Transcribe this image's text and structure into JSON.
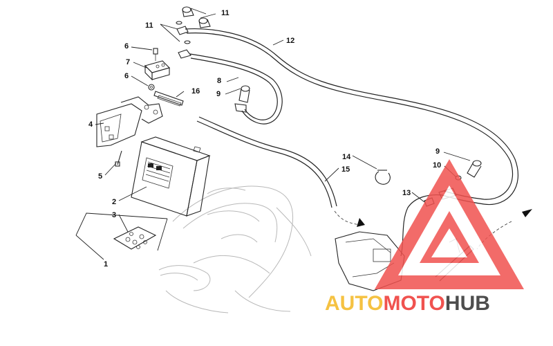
{
  "diagram": {
    "callouts": [
      {
        "id": "c1",
        "label": "1"
      },
      {
        "id": "c2",
        "label": "2"
      },
      {
        "id": "c3",
        "label": "3"
      },
      {
        "id": "c4",
        "label": "4"
      },
      {
        "id": "c5",
        "label": "5"
      },
      {
        "id": "c6a",
        "label": "6"
      },
      {
        "id": "c6b",
        "label": "6"
      },
      {
        "id": "c7",
        "label": "7"
      },
      {
        "id": "c8",
        "label": "8"
      },
      {
        "id": "c9a",
        "label": "9"
      },
      {
        "id": "c9b",
        "label": "9"
      },
      {
        "id": "c10",
        "label": "10"
      },
      {
        "id": "c11a",
        "label": "11"
      },
      {
        "id": "c11b",
        "label": "11"
      },
      {
        "id": "c12",
        "label": "12"
      },
      {
        "id": "c13",
        "label": "13"
      },
      {
        "id": "c14",
        "label": "14"
      },
      {
        "id": "c15",
        "label": "15"
      },
      {
        "id": "c16",
        "label": "16"
      }
    ]
  },
  "watermark": {
    "part1": "AUTO",
    "part2": "MOTO",
    "part3": "HUB",
    "colors": {
      "auto": "#f5c242",
      "moto": "#f0524f",
      "hub": "#4d4d4d",
      "triangle": "#f0524f"
    }
  }
}
